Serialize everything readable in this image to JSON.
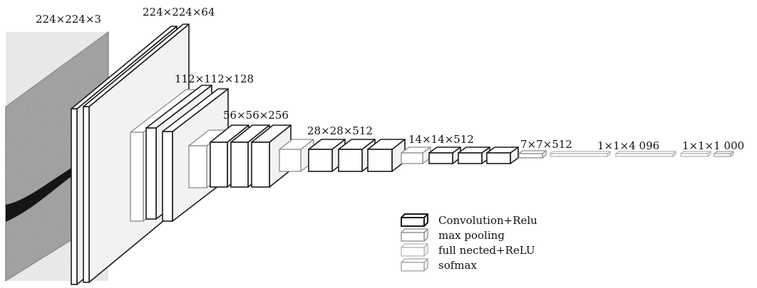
{
  "labels": {
    "input": "224×224×3",
    "conv1": "224×224×64",
    "conv2": "112×112×128",
    "conv3": "56×56×256",
    "conv4": "28×28×512",
    "conv5": "14×14×512",
    "pool5": "7×7×512",
    "fc": "1×1×4 096",
    "softmax": "1×1×1 000"
  },
  "legend": [
    {
      "label": "Convolution+Relu",
      "kind": "conv"
    },
    {
      "label": "max pooling",
      "kind": "pool"
    },
    {
      "label": "full nected+ReLU",
      "kind": "fc"
    },
    {
      "label": "sofmax",
      "kind": "softmax"
    }
  ],
  "colors": {
    "conv_stroke": "#1a1a1a",
    "pool_stroke": "#8a8a8a",
    "fc_stroke": "#b5b5b5",
    "softmax_stroke": "#a0a0a0",
    "face": "#ffffff",
    "side": "#f2f2f2"
  }
}
